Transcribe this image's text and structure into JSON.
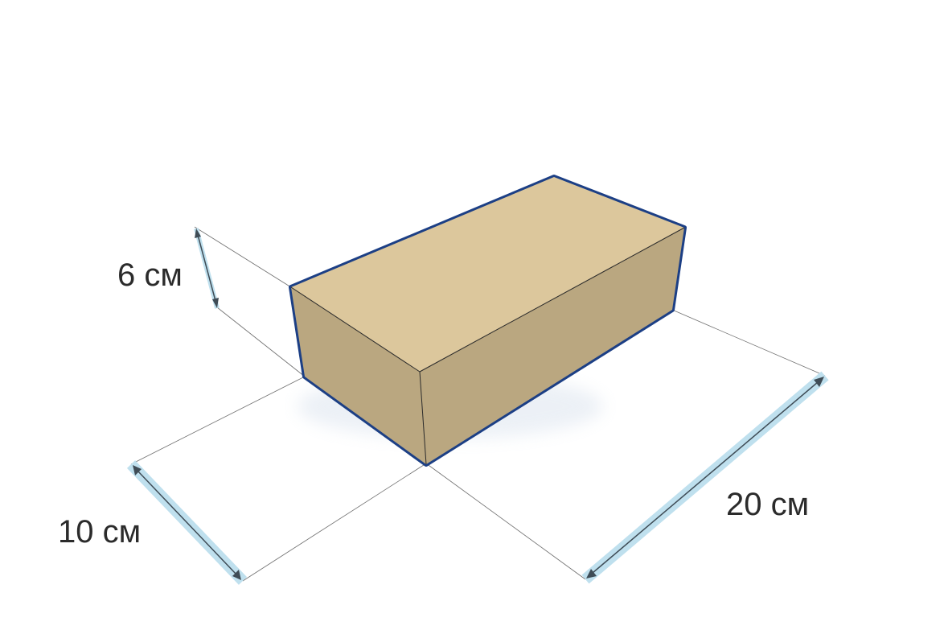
{
  "dimensions": {
    "height": {
      "value": 6,
      "unit": "см",
      "label": "6 см"
    },
    "width": {
      "value": 10,
      "unit": "см",
      "label": "10 см"
    },
    "length": {
      "value": 20,
      "unit": "см",
      "label": "20 см"
    }
  },
  "colors": {
    "box_top": "#dcc79c",
    "box_front": "#baa780",
    "box_side": "#baa780",
    "outline": "#1c3f85",
    "dimension_band": "#bfe0ee",
    "arrow": "#3f4c56",
    "label_text": "#2b2b2b"
  }
}
